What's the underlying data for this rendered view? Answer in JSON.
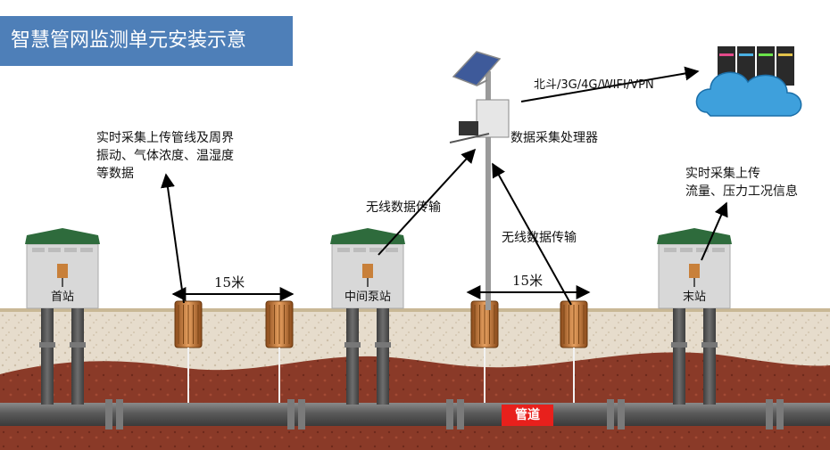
{
  "title": "智慧管网监测单元安装示意",
  "labels": {
    "network": "北斗/3G/4G/WIFI/VPN",
    "processor": "数据采集处理器",
    "left_sensor": [
      "实时采集上传管线及周界",
      "振动、气体浓度、温湿度",
      "等数据"
    ],
    "right_sensor": [
      "实时采集上传",
      "流量、压力工况信息"
    ],
    "wireless_left": "无线数据传输",
    "wireless_right": "无线数据传输",
    "dist_left": "15米",
    "dist_right": "15米",
    "pipe": "管道"
  },
  "stations": [
    "首站",
    "中间泵站",
    "末站"
  ],
  "colors": {
    "title_bg": "#4e7fb8",
    "roof": "#2e6b3c",
    "sensor": "#c8803a",
    "pipe": "#5a5a5a",
    "soil": "#8a3a28",
    "gravel": "#e6dccc",
    "pipe_label": "#e8201c"
  }
}
